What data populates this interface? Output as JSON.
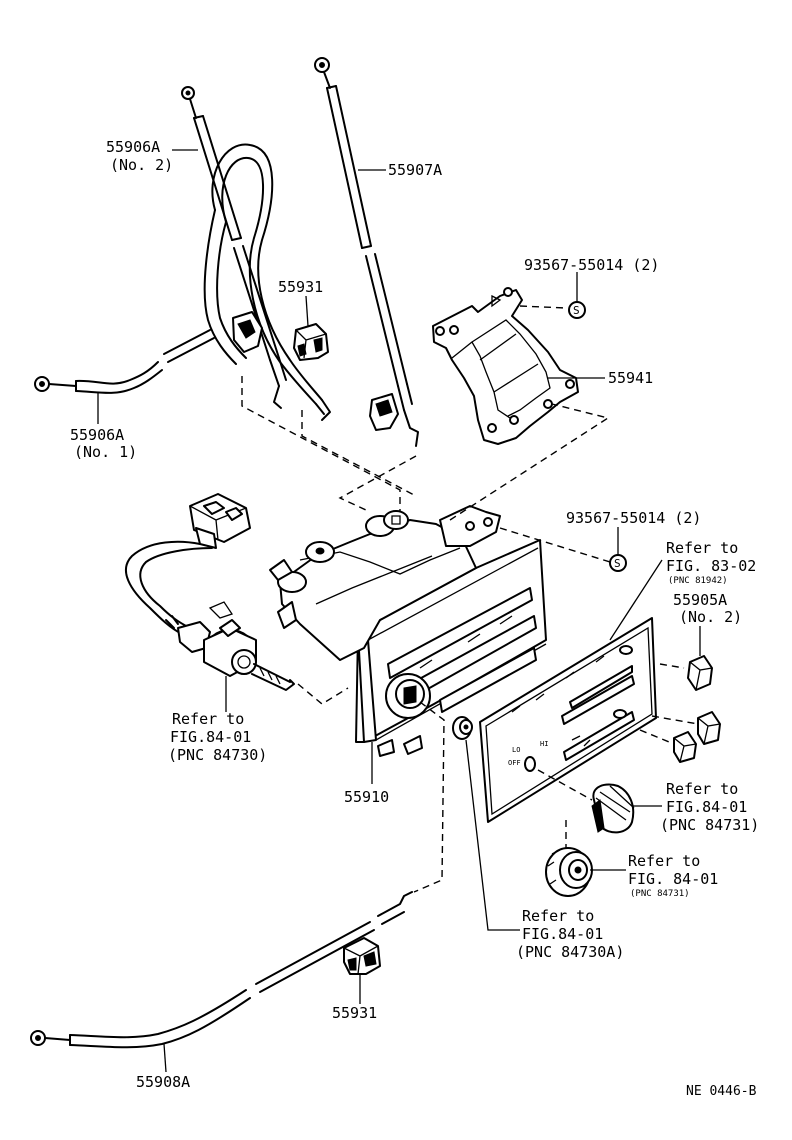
{
  "callouts": {
    "cable_no2": {
      "part": "55906A",
      "note": "(No. 2)"
    },
    "cable_55907": {
      "part": "55907A"
    },
    "clamp_upper": {
      "part": "55931"
    },
    "screw_upper": {
      "part": "93567-55014 (2)"
    },
    "bracket": {
      "part": "55941"
    },
    "cable_no1": {
      "part": "55906A",
      "note": "(No. 1)"
    },
    "screw_lower": {
      "part": "93567-55014 (2)"
    },
    "ref_83_02": {
      "line1": "Refer to",
      "line2": "FIG. 83-02",
      "line3": "(PNC 81942)"
    },
    "knob_no2": {
      "part": "55905A",
      "note": "(No. 2)"
    },
    "ref_84730": {
      "line1": "Refer to",
      "line2": "FIG.84-01",
      "line3": "(PNC 84730)"
    },
    "control_assy": {
      "part": "55910"
    },
    "ref_84731_a": {
      "line1": "Refer to",
      "line2": "FIG.84-01",
      "line3": "(PNC 84731)"
    },
    "ref_84731_b": {
      "line1": "Refer to",
      "line2": "FIG. 84-01",
      "line3": "(PNC 84731)"
    },
    "ref_84730a": {
      "line1": "Refer to",
      "line2": "FIG.84-01",
      "line3": "(PNC 84730A)"
    },
    "clamp_lower": {
      "part": "55931"
    },
    "cable_55908": {
      "part": "55908A"
    }
  },
  "figure_code": "NE 0446-B",
  "screw_symbol": "S",
  "panel_marks": {
    "lo": "LO",
    "off": "OFF",
    "hi": "HI"
  }
}
